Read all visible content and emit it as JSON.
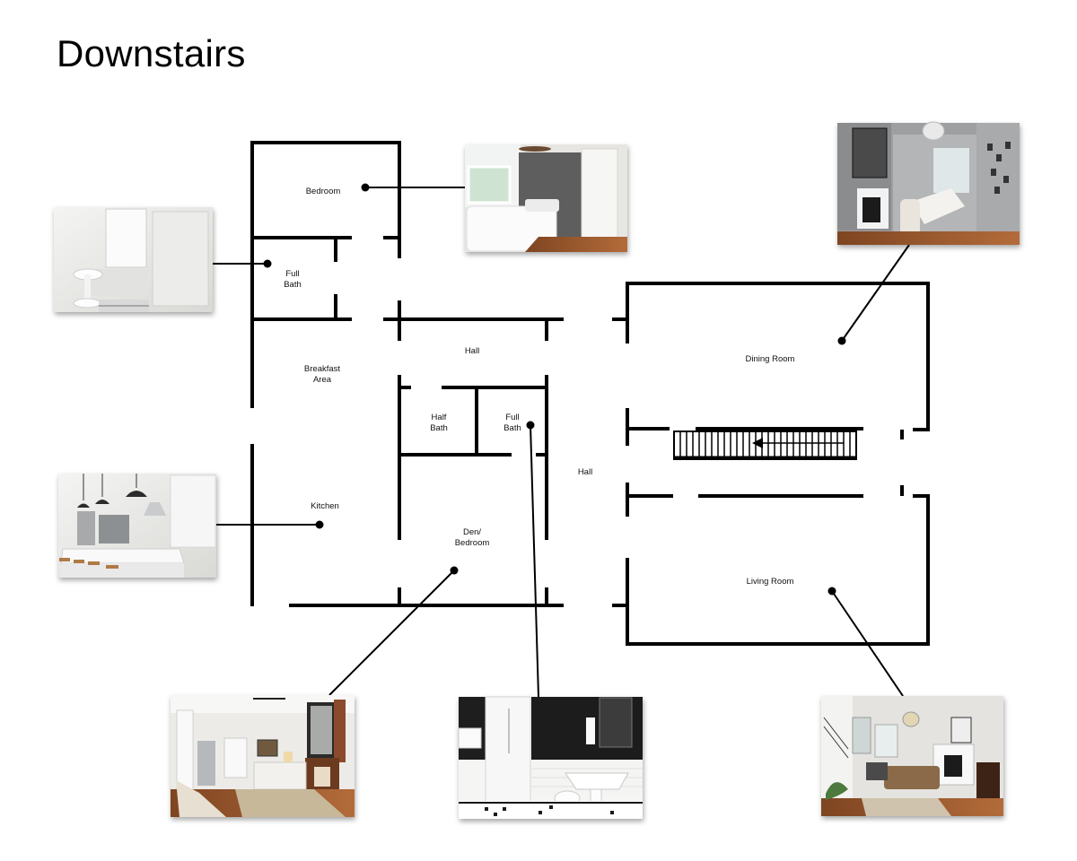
{
  "title": "Downstairs",
  "rooms": {
    "bedroom": "Bedroom",
    "full_bath_1": [
      "Full",
      "Bath"
    ],
    "breakfast": [
      "Breakfast",
      "Area"
    ],
    "kitchen": "Kitchen",
    "hall_top": "Hall",
    "half_bath": [
      "Half",
      "Bath"
    ],
    "full_bath_2": [
      "Full",
      "Bath"
    ],
    "den": [
      "Den/",
      "Bedroom"
    ],
    "hall_mid": "Hall",
    "dining": "Dining Room",
    "living": "Living Room"
  },
  "photos": [
    {
      "id": "bedroom-photo",
      "subject": "bedroom"
    },
    {
      "id": "full-bath-photo",
      "subject": "full bath"
    },
    {
      "id": "kitchen-photo",
      "subject": "kitchen"
    },
    {
      "id": "dining-photo",
      "subject": "dining room"
    },
    {
      "id": "den-photo",
      "subject": "den bedroom"
    },
    {
      "id": "bath2-photo",
      "subject": "full bath"
    },
    {
      "id": "living-photo",
      "subject": "living room"
    }
  ],
  "colors": {
    "wall": "#000000",
    "background": "#ffffff",
    "floor_wood": "#9a5a2e",
    "wall_grey": "#5d5d5d"
  }
}
